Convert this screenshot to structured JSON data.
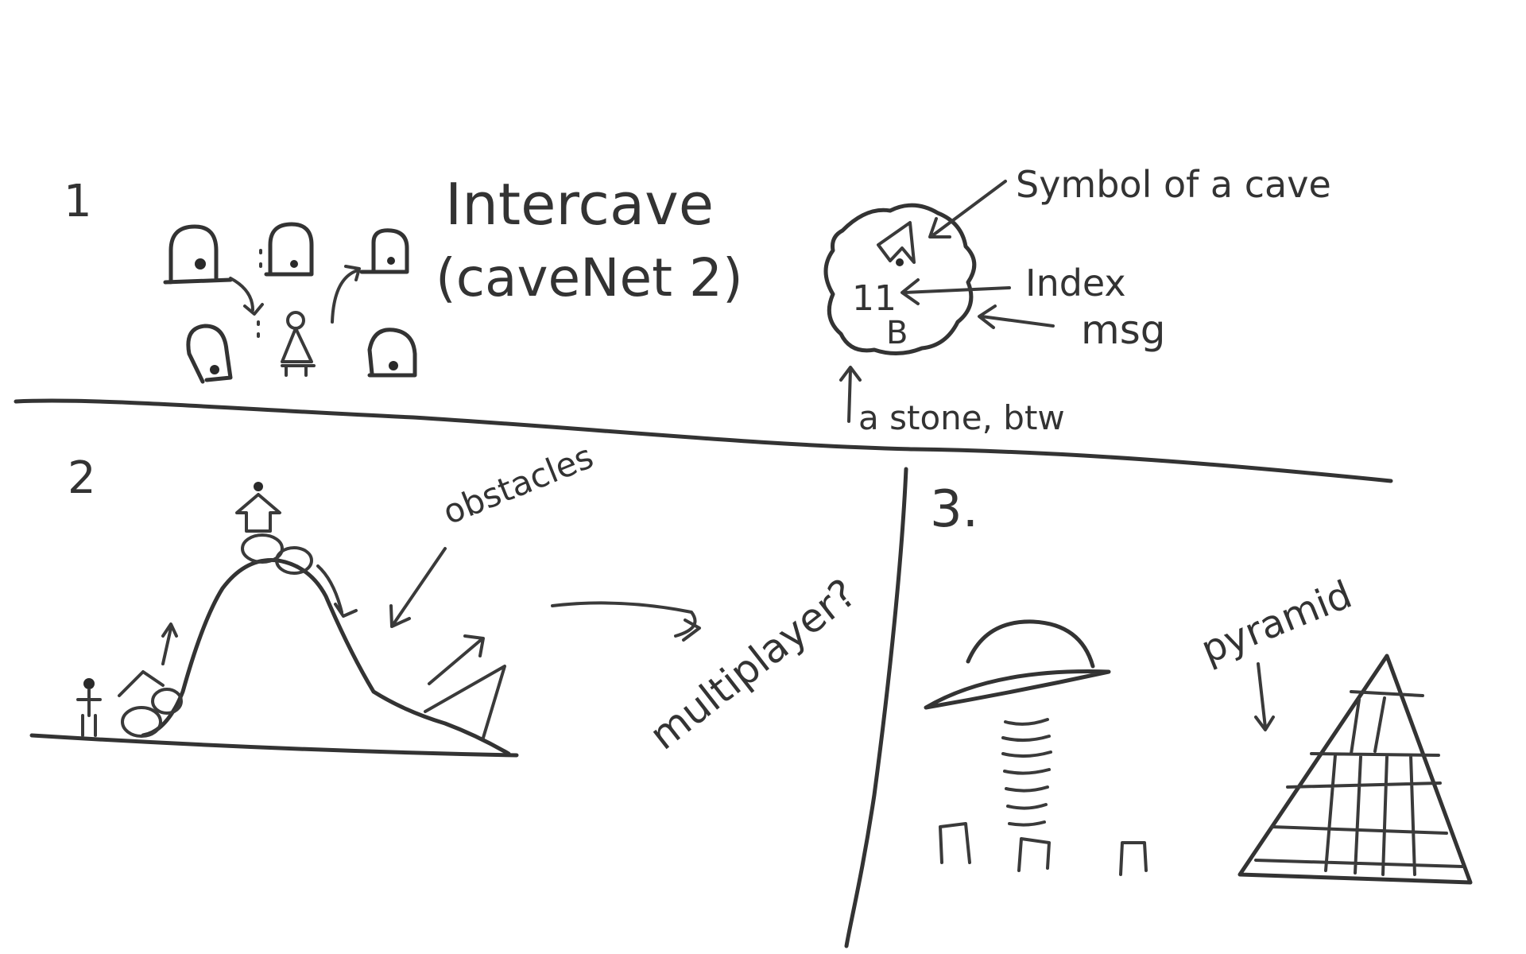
{
  "sections": {
    "one": "1",
    "two": "2",
    "three": "3."
  },
  "title": {
    "line1": "Intercave",
    "line2": "(caveNet 2)"
  },
  "labels": {
    "symbol_of_cave": "Symbol of a cave",
    "index": "Index",
    "msg": "msg",
    "stone_btw": "a stone, btw",
    "index_value": "11",
    "msg_value": "B",
    "obstacles": "obstacles",
    "multiplayer": "multiplayer?",
    "pyramid": "pyramid"
  },
  "colors": {
    "ink": "#333333",
    "paper": "#ffffff"
  }
}
